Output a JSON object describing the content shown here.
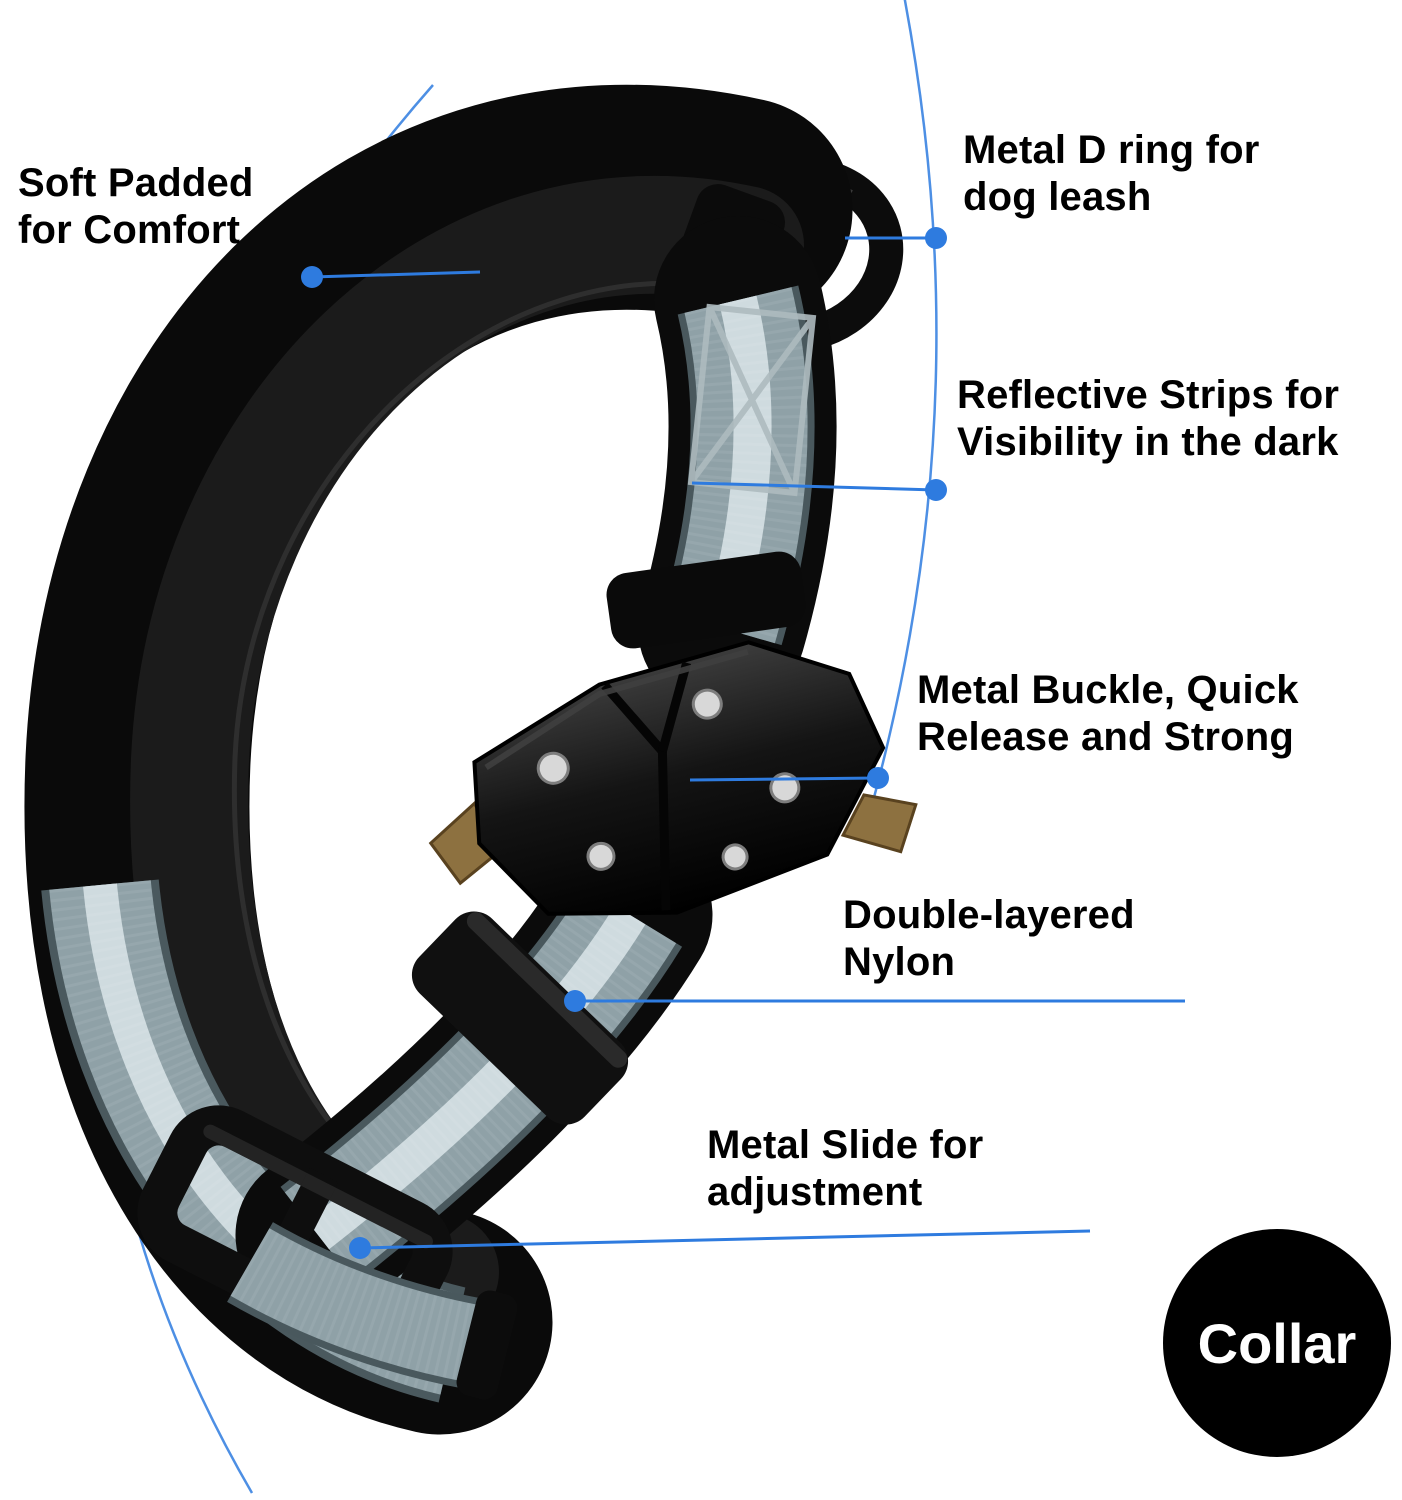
{
  "colors": {
    "accent": "#2E7BDF",
    "collar_black": "#0C0C0C",
    "webbing_gray": "#8FA1A7",
    "reflective_stripe": "#CFDBDF",
    "brass": "#8D7140",
    "badge_bg": "#000000",
    "badge_text": "#FFFFFF"
  },
  "callouts": {
    "soft_padded": {
      "line1": "Soft Padded",
      "line2": "for Comfort"
    },
    "d_ring": {
      "line1": "Metal D ring for",
      "line2": "dog leash"
    },
    "reflective_strips": {
      "line1": "Reflective Strips for",
      "line2": "Visibility in the dark"
    },
    "metal_buckle": {
      "line1": "Metal Buckle, Quick",
      "line2": "Release and Strong"
    },
    "double_layered_nylon": {
      "line1": "Double-layered",
      "line2": "Nylon"
    },
    "metal_slide": {
      "line1": "Metal Slide for",
      "line2": "adjustment"
    }
  },
  "badge": {
    "label": "Collar"
  }
}
